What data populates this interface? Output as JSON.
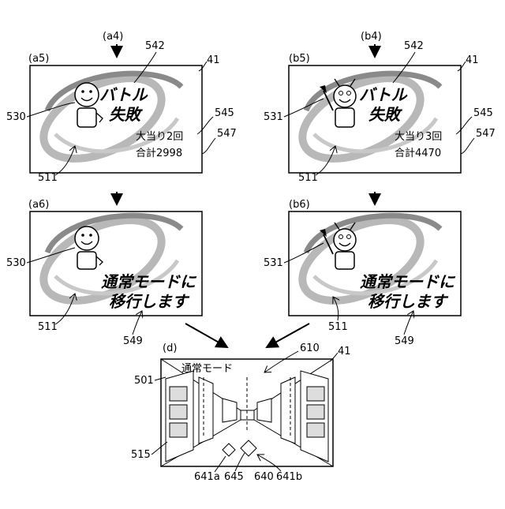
{
  "step_labels": {
    "a4": "(a4)",
    "b4": "(b4)",
    "a5": "(a5)",
    "b5": "(b5)",
    "a6": "(a6)",
    "b6": "(b6)",
    "d": "(d)"
  },
  "refs": {
    "r542a": "542",
    "r542b": "542",
    "r41a": "41",
    "r41b": "41",
    "r41d": "41",
    "r530a": "530",
    "r530b": "530",
    "r531a": "531",
    "r531b": "531",
    "r545a": "545",
    "r545b": "545",
    "r547a": "547",
    "r547b": "547",
    "r511a": "511",
    "r511b": "511",
    "r511c": "511",
    "r511d": "511",
    "r549a": "549",
    "r549b": "549",
    "r610": "610",
    "r501": "501",
    "r515": "515",
    "r641a": "641a",
    "r645": "645",
    "r640": "640",
    "r641b": "641b"
  },
  "screens": {
    "battle_line1": "バトル",
    "battle_line2": "失敗",
    "a5_hits": "大当り2回",
    "a5_total": "合計2998",
    "b5_hits": "大当り3回",
    "b5_total": "合計4470",
    "transition_line1": "通常モードに",
    "transition_line2": "移行します",
    "normal_mode": "通常モード"
  }
}
